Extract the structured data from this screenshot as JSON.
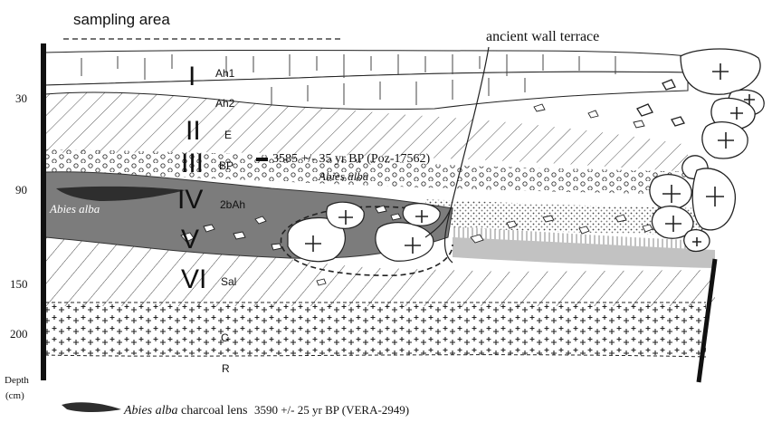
{
  "title": {
    "sampling_area": "sampling area",
    "ancient_wall_terrace": "ancient wall terrace"
  },
  "depth_axis": {
    "ticks": [
      "30",
      "90",
      "150",
      "200"
    ],
    "label_line1": "Depth",
    "label_line2": "(cm)"
  },
  "horizons": [
    {
      "numeral": "I",
      "code": "Ah1"
    },
    {
      "numeral": "",
      "code": "Ah2"
    },
    {
      "numeral": "II",
      "code": "E"
    },
    {
      "numeral": "III",
      "code": "BP"
    },
    {
      "numeral": "IV",
      "code": "2bAh"
    },
    {
      "numeral": "V",
      "code": ""
    },
    {
      "numeral": "VI",
      "code": "Sal"
    },
    {
      "numeral": "",
      "code": "C"
    },
    {
      "numeral": "",
      "code": "R"
    }
  ],
  "annotations": {
    "date_poz": "3585 +/- 35 yr BP (Poz-17562)",
    "abies_alba_upper": "Abies alba",
    "abies_alba_left": "Abies alba"
  },
  "legend": {
    "species": "Abies alba",
    "text": "charcoal lens",
    "date": "3590 +/- 25 yr BP (VERA-2949)"
  },
  "colors": {
    "charcoal_dark": "#3a3a3a",
    "buried_ah_grey": "#7c7c7c",
    "light_band": "#c2c2c2",
    "line": "#222222"
  }
}
